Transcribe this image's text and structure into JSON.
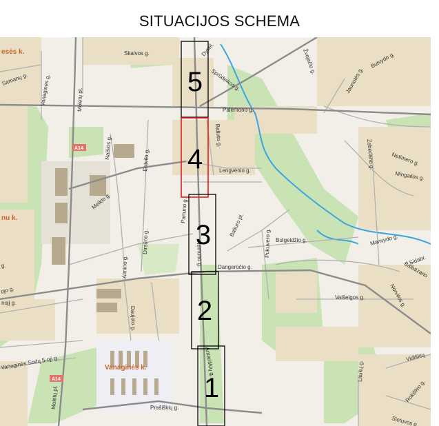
{
  "title": "SITUACIJOS SCHEMA",
  "colors": {
    "background": "#f2efe9",
    "green": "#c9e3b5",
    "residential": "#eadfc4",
    "building": "#b7a98d",
    "road": "#a7a7a7",
    "major_road": "#8c8c8c",
    "water": "#3aa6dd",
    "section_frame": "#000000",
    "highlight_frame": "#e01b1b"
  },
  "sections": [
    {
      "number": "5",
      "highlighted": false
    },
    {
      "number": "4",
      "highlighted": true
    },
    {
      "number": "3",
      "highlighted": false
    },
    {
      "number": "2",
      "highlighted": false
    },
    {
      "number": "1",
      "highlighted": false
    }
  ],
  "place_names": {
    "top_left": "esės k.",
    "left": "nu k.",
    "bottom": "Vanaginės k."
  },
  "road_tag": "A14",
  "street_labels": {
    "skalvos": "Skalvos g.",
    "dyseliai": "Dysel.",
    "samanu": "Samanų g.",
    "vanagines": "Vanaginės g.",
    "moletu": "Molėtų pl.",
    "moletu2": "Molėtų pl.",
    "sprudeikos": "Sprūdeikos g.",
    "zvejaciu": "Žvejačio g.",
    "butvydo": "Butvydo g.",
    "jaunutes": "Jaunutės g.",
    "palemono": "Palemono g.",
    "netimero": "Netimero g.",
    "zebedano": "Zebedano g.",
    "mingailos": "Mingailos g.",
    "nalsios": "Nalšios g.",
    "erdvilo": "Erdvilo g.",
    "baltuto": "Baltuto g.",
    "lengvenio": "Lengvenio g.",
    "meiklo": "Meiklo g.",
    "partuno": "Partuno g.",
    "balturo": "Balturo pl.",
    "nemuno": "Nemuno g.",
    "pukuvero": "Pukuvero g.",
    "bulgeidzio": "Bulgeidžio g.",
    "manvydo": "Manvydo g.",
    "dirsuno": "Dirsūno g.",
    "almino": "Almino g.",
    "dangerucio": "Dangerūčio g.",
    "sidabro": "Sidabr.",
    "daujoto": "Daujoto g.",
    "vaiselgos": "Vaišelgos g.",
    "norvilos": "Norvilos g.",
    "balbazario": "Balbazario",
    "vidiskiu": "Vidiškių",
    "antariskiu": "Antariškių g.",
    "lauku": "Laukų g.",
    "rokiskio": "Rokiškio g.",
    "sietuvos": "Sietuvos g.",
    "prasiskiu": "Prašiškių g.",
    "vanagines_sodu": "Vanaginės Sodų 5-oji g.",
    "left_g1": "g.",
    "left_g2": "nojį g.",
    "left_g3": "ojo g."
  }
}
